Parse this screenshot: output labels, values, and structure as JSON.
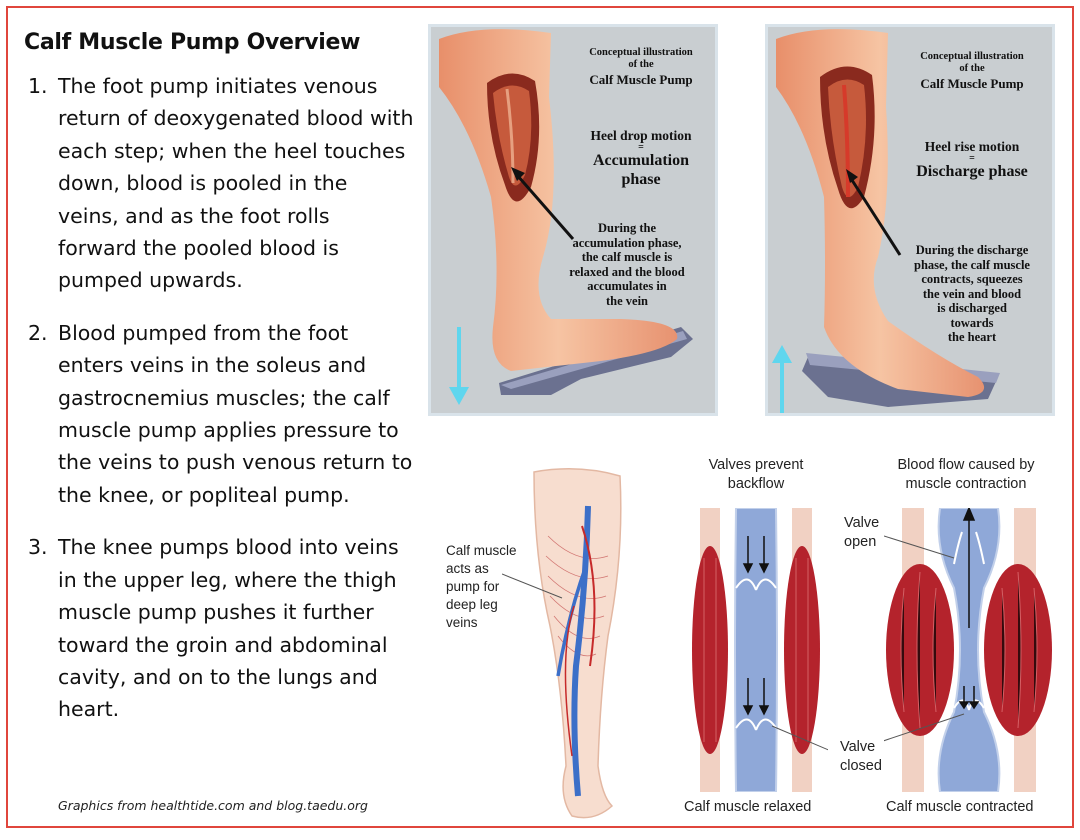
{
  "slide": {
    "title": "Calf Muscle Pump Overview",
    "points": [
      {
        "num": "1.",
        "text": "The foot pump initiates venous return of deoxygenated blood with each step; when the heel touches down, blood is pooled in the veins, and as the foot rolls forward the pooled blood is pumped upwards."
      },
      {
        "num": "2.",
        "text": "Blood pumped from the foot enters veins in the soleus and gastrocnemius muscles;  the calf muscle pump applies pressure to the veins to push venous return to the knee, or popliteal pump."
      },
      {
        "num": "3.",
        "text": "The knee pumps blood into veins in the upper leg, where the thigh muscle pump pushes it further toward the groin and abdominal cavity, and on to the lungs and heart."
      }
    ],
    "credit": "Graphics from healthtide.com and blog.taedu.org"
  },
  "panel_left": {
    "header_line1": "Conceptual illustration",
    "header_line2": "of the",
    "header_line3": "Calf Muscle Pump",
    "motion": "Heel drop motion",
    "equals": "=",
    "phase_line1": "Accumulation",
    "phase_line2": "phase",
    "desc": [
      "During the",
      "accumulation phase,",
      "the calf muscle is",
      "relaxed and the blood",
      "accumulates in",
      "the vein"
    ]
  },
  "panel_right": {
    "header_line1": "Conceptual illustration",
    "header_line2": "of the",
    "header_line3": "Calf Muscle Pump",
    "motion": "Heel rise motion",
    "equals": "=",
    "phase": "Discharge phase",
    "desc": [
      "During the discharge",
      "phase, the calf muscle",
      "contracts, squeezes",
      "the vein and blood",
      "is discharged",
      "towards",
      "the heart"
    ]
  },
  "leg_diagram": {
    "label": [
      "Calf muscle",
      "acts as",
      "pump for",
      "deep leg",
      "veins"
    ]
  },
  "valve_diagram": {
    "top_left": [
      "Valves prevent",
      "backflow"
    ],
    "top_right": [
      "Blood flow caused by",
      "muscle contraction"
    ],
    "valve_open": [
      "Valve",
      "open"
    ],
    "valve_closed": [
      "Valve",
      "closed"
    ],
    "caption_left": "Calf muscle relaxed",
    "caption_right": "Calf muscle contracted"
  },
  "colors": {
    "border": "#e0463c",
    "arrow": "#5fd6ee",
    "vein": "#8fa8d8",
    "muscle": "#b4232c"
  }
}
